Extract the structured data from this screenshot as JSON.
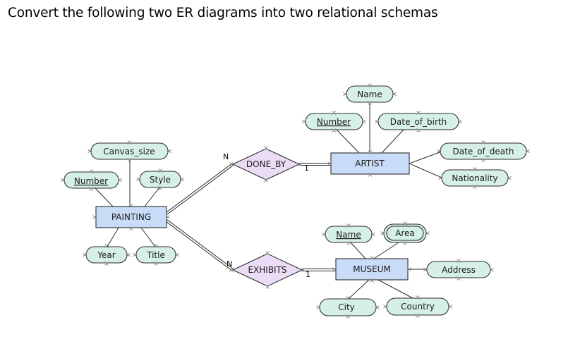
{
  "title": "Convert the following two ER diagrams into two relational schemas",
  "entities": {
    "painting": "PAINTING",
    "artist": "ARTIST",
    "museum": "MUSEUM"
  },
  "relationships": {
    "done_by": "DONE_BY",
    "exhibits": "EXHIBITS"
  },
  "attributes": {
    "painting_number": "Number",
    "canvas_size": "Canvas_size",
    "style": "Style",
    "year": "Year",
    "painting_title": "Title",
    "artist_name": "Name",
    "artist_number": "Number",
    "date_of_birth": "Date_of_birth",
    "date_of_death": "Date_of_death",
    "nationality": "Nationality",
    "museum_name": "Name",
    "area": "Area",
    "address": "Address",
    "city": "City",
    "country": "Country"
  },
  "cardinalities": {
    "done_by_painting": "N",
    "done_by_artist": "1",
    "exhibits_painting": "N",
    "exhibits_museum": "1"
  },
  "colors": {
    "entity": "#c9dcf7",
    "attribute": "#d6efe9",
    "relationship": "#ebdcf5"
  }
}
